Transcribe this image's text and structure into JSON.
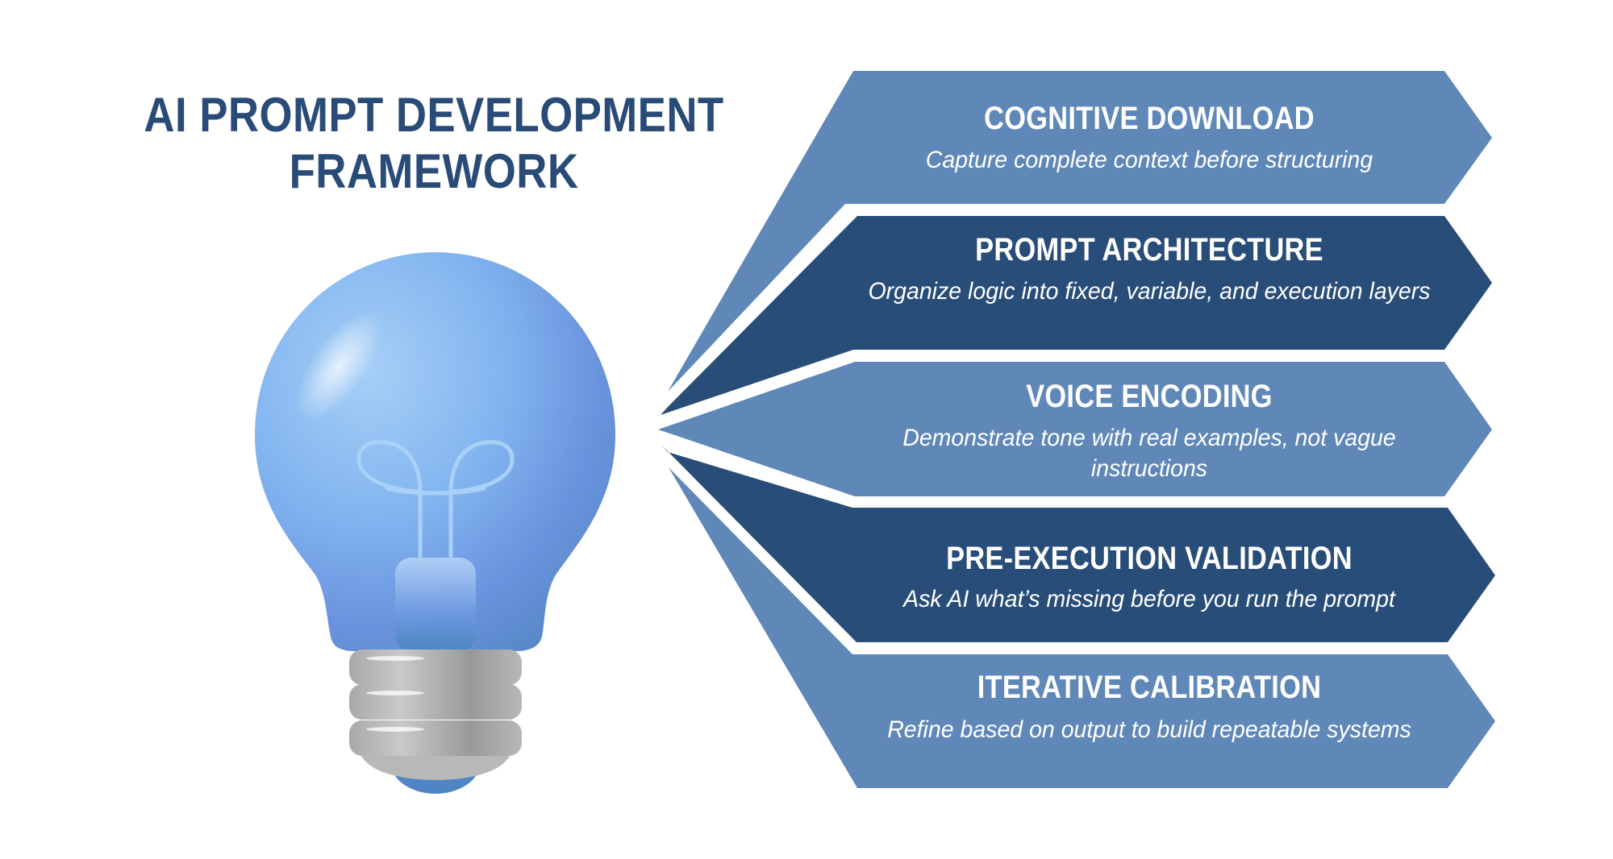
{
  "title": {
    "line1": "AI PROMPT DEVELOPMENT",
    "line2": "FRAMEWORK"
  },
  "colors": {
    "title": "#284b77",
    "banner_light": "#5f88b8",
    "banner_dark": "#284d78",
    "text_on_banner": "#ffffff",
    "bulb_glass": "#7fb2ee",
    "bulb_base": "#b4b4b4"
  },
  "illustration": {
    "icon": "light-bulb-icon"
  },
  "steps": [
    {
      "title": "COGNITIVE DOWNLOAD",
      "description": "Capture complete context before structuring",
      "shade": "light"
    },
    {
      "title": "PROMPT ARCHITECTURE",
      "description": "Organize logic into fixed, variable, and execution layers",
      "shade": "dark"
    },
    {
      "title": "VOICE ENCODING",
      "description": "Demonstrate tone with real examples, not vague instructions",
      "shade": "light"
    },
    {
      "title": "PRE-EXECUTION VALIDATION",
      "description": "Ask AI what’s missing before you run the prompt",
      "shade": "dark"
    },
    {
      "title": "ITERATIVE CALIBRATION",
      "description": "Refine based on output to build repeatable systems",
      "shade": "light"
    }
  ]
}
